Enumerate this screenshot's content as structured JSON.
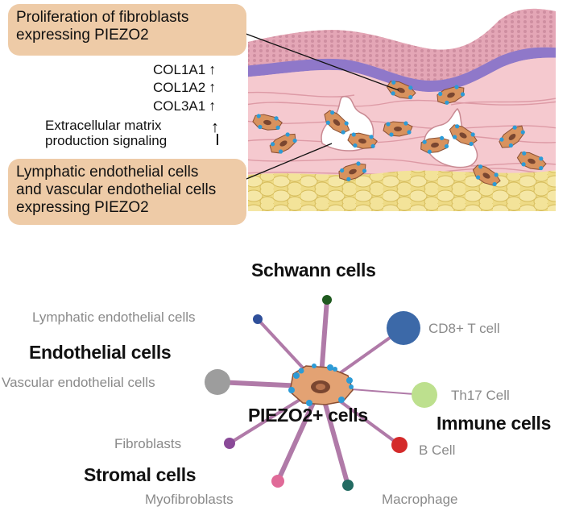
{
  "callouts": {
    "fibroblast": [
      "Proliferation of fibroblasts",
      "expressing PIEZO2"
    ],
    "endothelial": [
      "Lymphatic endothelial cells",
      "and vascular endothelial cells",
      "expressing PIEZO2"
    ]
  },
  "markers": [
    {
      "label": "COL1A1",
      "arrow": "↑"
    },
    {
      "label": "COL1A2",
      "arrow": "↑"
    },
    {
      "label": "COL3A1",
      "arrow": "↑"
    }
  ],
  "ecm": {
    "lines": [
      "Extracellular matrix",
      "production signaling"
    ],
    "arrow": "↑"
  },
  "network": {
    "center_label": "PIEZO2+ cells",
    "categories": {
      "schwann": "Schwann cells",
      "endothelial": "Endothelial cells",
      "immune": "Immune cells",
      "stromal": "Stromal cells"
    },
    "nodes": [
      {
        "label": "",
        "category": "schwann",
        "color": "#1f5a1f"
      },
      {
        "label": "Lymphatic endothelial cells",
        "category": "endothelial",
        "color": "#2f4f9a"
      },
      {
        "label": "CD8+ T cell",
        "category": "immune",
        "color": "#3c69a8"
      },
      {
        "label": "Vascular endothelial cells",
        "category": "endothelial",
        "color": "#9d9d9d"
      },
      {
        "label": "Th17 Cell",
        "category": "immune",
        "color": "#bde08e"
      },
      {
        "label": "Fibroblasts",
        "category": "stromal",
        "color": "#8a4a98"
      },
      {
        "label": "B Cell",
        "category": "immune",
        "color": "#d42a2a"
      },
      {
        "label": "Myofibroblasts",
        "category": "stromal",
        "color": "#e06a98"
      },
      {
        "label": "Macrophage",
        "category": "immune",
        "color": "#236b62"
      }
    ],
    "edge_color": "#b07aa8"
  }
}
